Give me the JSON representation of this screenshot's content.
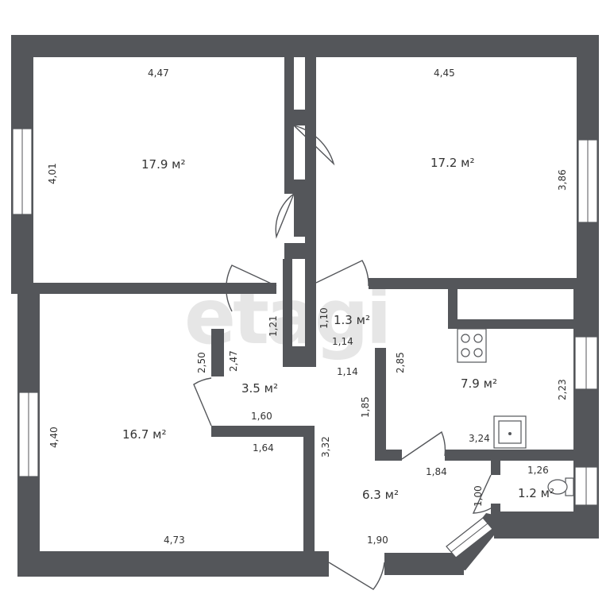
{
  "watermark": "etagi",
  "rooms": [
    {
      "id": "room-top-left",
      "area": "17.9 м²"
    },
    {
      "id": "room-top-right",
      "area": "17.2 м²"
    },
    {
      "id": "closet",
      "area": "1.3 м²"
    },
    {
      "id": "hall-small",
      "area": "3.5 м²"
    },
    {
      "id": "room-bottom-left",
      "area": "16.7 м²"
    },
    {
      "id": "kitchen",
      "area": "7.9 м²"
    },
    {
      "id": "entry-hall",
      "area": "6.3 м²"
    },
    {
      "id": "bathroom",
      "area": "1.2 м²"
    }
  ],
  "dimensions": {
    "top_left_width": "4,47",
    "top_left_height": "4,01",
    "top_right_width": "4,45",
    "top_right_height": "3,86",
    "closet_a": "1,21",
    "closet_b": "1,10",
    "closet_width": "1,14",
    "corridor_width": "1,14",
    "corridor_a": "2,85",
    "corridor_b": "1,85",
    "hall_a": "2,50",
    "hall_b": "2,47",
    "hall_width": "1,60",
    "bottom_left_height": "4,40",
    "bottom_left_top": "1,64",
    "bottom_left_bottom": "4,73",
    "entry_height": "3,32",
    "kitchen_height": "2,23",
    "kitchen_width": "3,24",
    "entry_top": "1,84",
    "entry_bottom": "1,90",
    "bath_width": "1,26",
    "bath_height": "1,00"
  },
  "colors": {
    "wall": "#54565a",
    "text": "#333333",
    "watermark": "#e6e6e6"
  },
  "icons": [
    "stove-icon",
    "sink-icon",
    "toilet-icon"
  ]
}
